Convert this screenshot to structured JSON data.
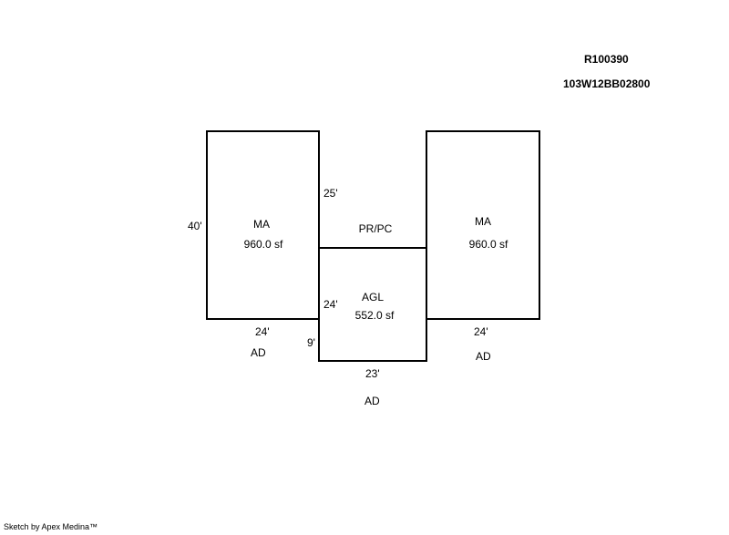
{
  "header": {
    "account_id": "R100390",
    "map_tax_lot": "103W12BB02800"
  },
  "areas": {
    "left_main": {
      "code": "MA",
      "area": "960.0 sf"
    },
    "center_porch": {
      "code": "PR/PC"
    },
    "center_garage": {
      "code": "AGL",
      "area": "552.0 sf"
    },
    "right_main": {
      "code": "MA",
      "area": "960.0 sf"
    }
  },
  "dimensions": {
    "left_height": "40'",
    "center_upper": "25'",
    "center_side": "24'",
    "left_bottom": "24'",
    "step": "9'",
    "center_bottom": "23'",
    "right_bottom": "24'"
  },
  "directions": {
    "left": "AD",
    "center": "AD",
    "right": "AD"
  },
  "footer": {
    "credit": "Sketch by Apex Medina™"
  }
}
